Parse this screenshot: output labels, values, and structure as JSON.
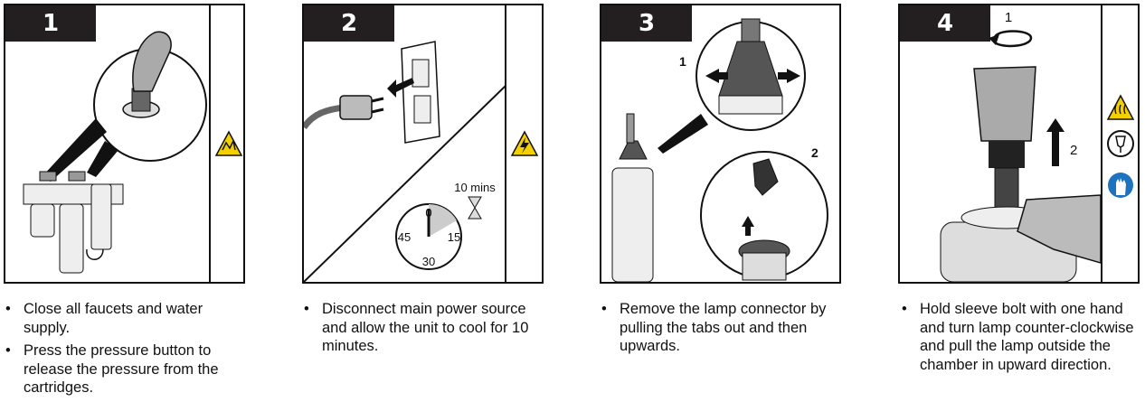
{
  "steps": [
    {
      "number": "1",
      "hazard_icon": "pressure-warning-icon",
      "bullets": [
        "Close all faucets and water supply.",
        "Press the pressure button to release the pressure from the cartridges."
      ]
    },
    {
      "number": "2",
      "hazard_icon": "electric-shock-warning-icon",
      "timer": {
        "label": "10 mins",
        "ticks": [
          "0",
          "15",
          "30",
          "45"
        ],
        "shaded_minutes": 10
      },
      "bullets": [
        "Disconnect main power source and allow the unit to cool for 10 minutes."
      ]
    },
    {
      "number": "3",
      "callouts": [
        "1",
        "2"
      ],
      "bullets": [
        "Remove the lamp connector by pulling the tabs out and then upwards."
      ]
    },
    {
      "number": "4",
      "callouts": [
        "1",
        "2"
      ],
      "side_icons": [
        "hot-surface-warning-icon",
        "fragile-glass-icon",
        "wear-gloves-icon"
      ],
      "bullets": [
        "Hold sleeve bolt with one hand and turn lamp counter-clockwise and pull the lamp outside the chamber in upward direction."
      ]
    }
  ],
  "colors": {
    "number_bg": "#231f20",
    "warning_yellow": "#f5d000",
    "mandatory_blue": "#1e73be"
  }
}
